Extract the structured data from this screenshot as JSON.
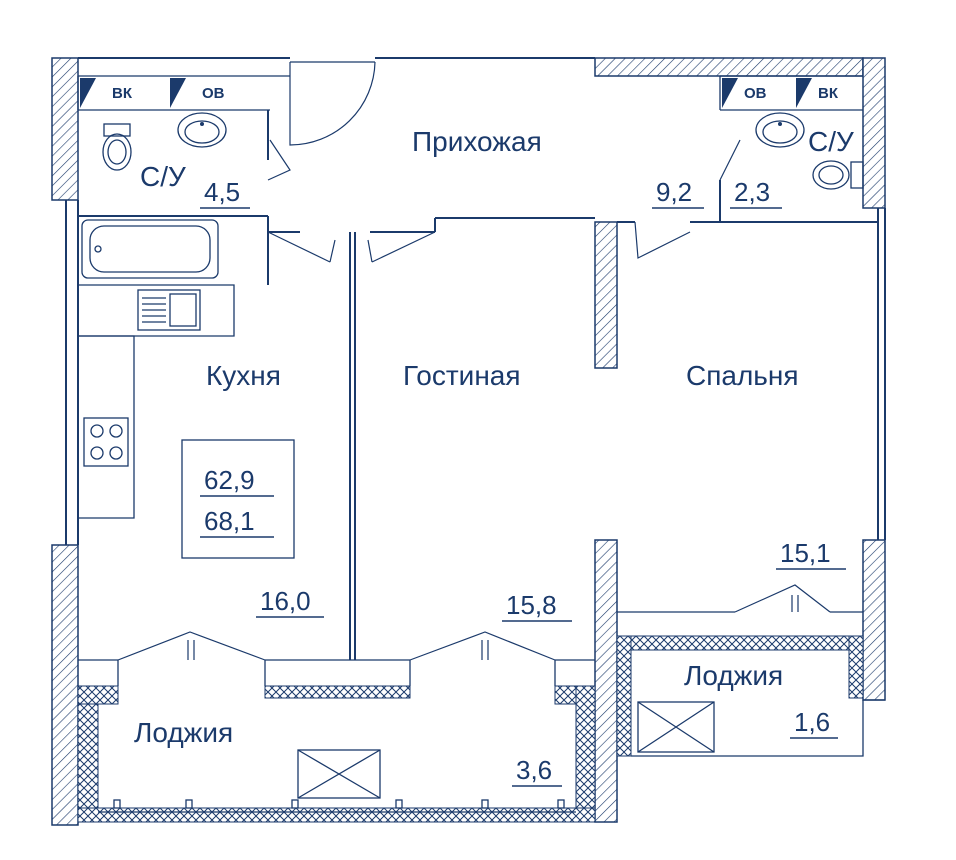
{
  "rooms": {
    "hall": {
      "name": "Прихожая",
      "area": "9,2"
    },
    "bath_left": {
      "name": "С/У",
      "area": "4,5"
    },
    "bath_right": {
      "name": "С/У",
      "area": "2,3"
    },
    "kitchen": {
      "name": "Кухня",
      "area": "16,0"
    },
    "living": {
      "name": "Гостиная",
      "area": "15,8"
    },
    "bedroom": {
      "name": "Спальня",
      "area": "15,1"
    },
    "loggia_big": {
      "name": "Лоджия",
      "area": "3,6"
    },
    "loggia_small": {
      "name": "Лоджия",
      "area": "1,6"
    }
  },
  "total": {
    "living_area": "62,9",
    "total_area": "68,1"
  },
  "risers": {
    "vk": "ВК",
    "ov": "ОВ"
  },
  "colors": {
    "line": "#1b3a6b",
    "hatch": "#1b3a6b",
    "background": "#ffffff"
  }
}
